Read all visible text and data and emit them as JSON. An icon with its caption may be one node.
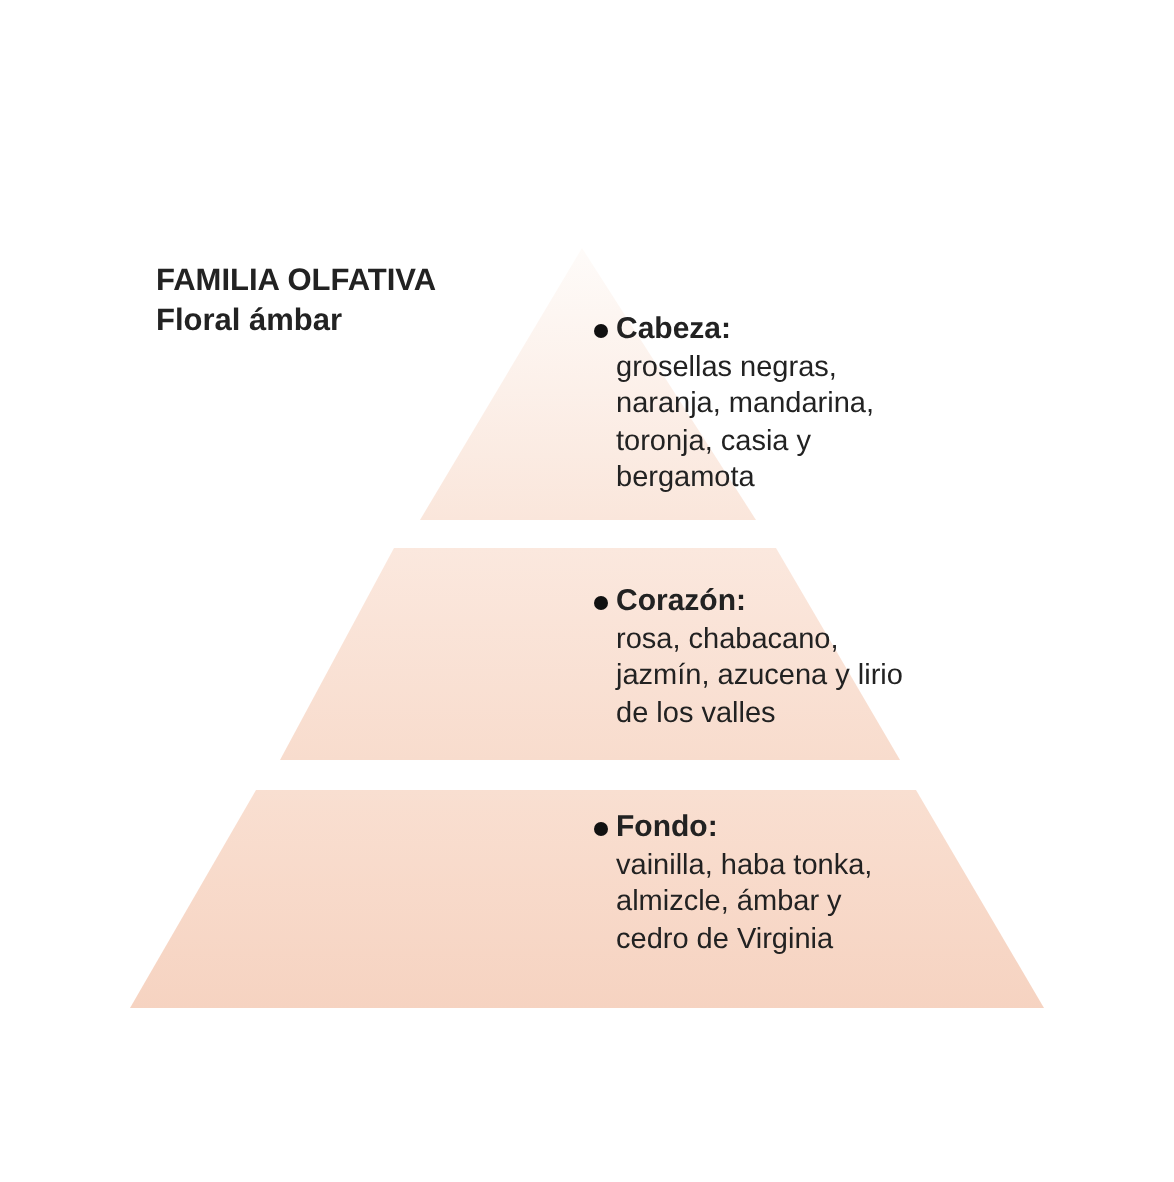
{
  "diagram": {
    "title": "FAMILIA OLFATIVA",
    "nodes": [
      {
        "text": [
          "Cabeza:",
          "grosellas negras, naranja, mandarina, toronja, casia y bergamota"
        ]
      },
      {
        "text": [
          "Corazón:",
          "rosa, chabacano, jazmín, azucena y lirio de los valles"
        ]
      },
      {
        "text": [
          "Fondo:",
          "vainilla, haba tonka, almizcle, ámbar y cedro de Virginia"
        ]
      }
    ],
    "labels": [
      "Floral ámbar"
    ]
  }
}
